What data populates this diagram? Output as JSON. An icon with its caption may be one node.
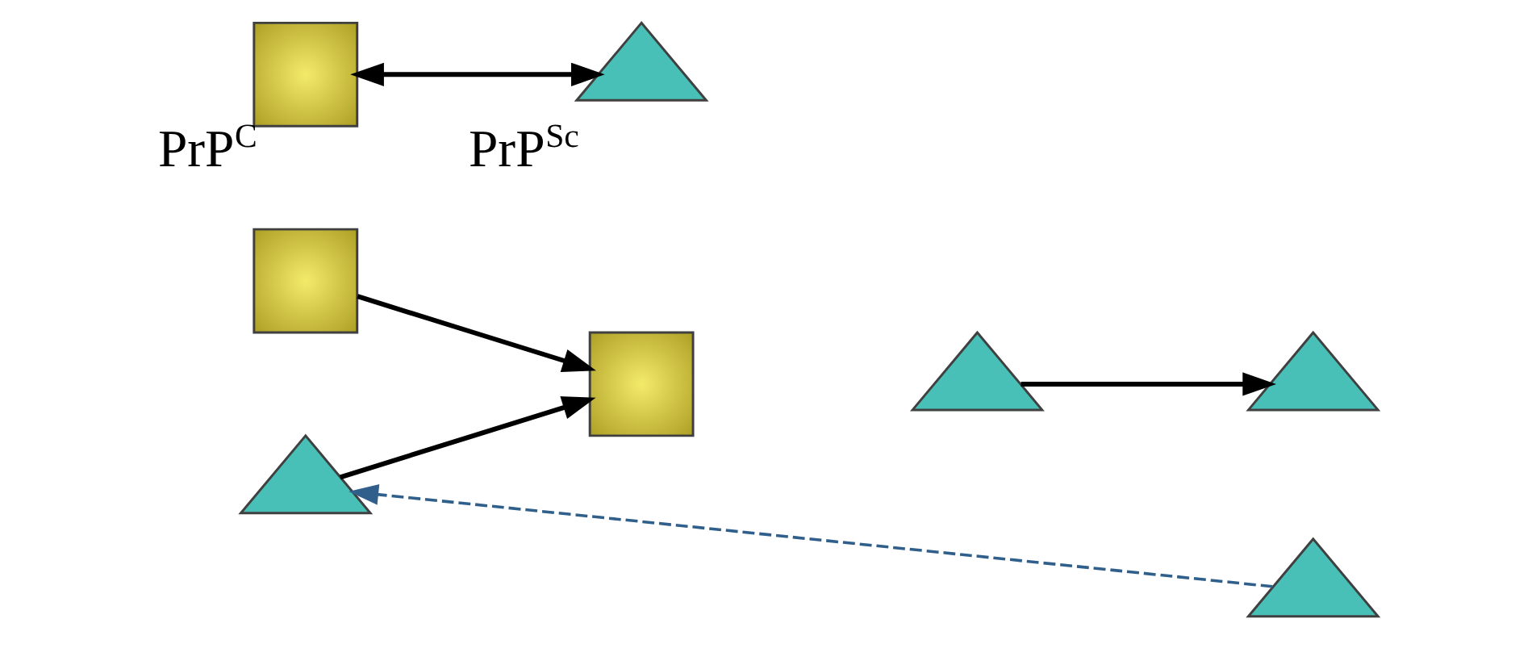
{
  "diagram": {
    "nodes": [
      {
        "text": [
          "PrP$^{C}$"
        ]
      },
      {
        "text": [
          "PrP$^{Sc}$"
        ]
      },
      {
        "text": [],
        "shape": "triangle"
      },
      {
        "text": [],
        "shape": "box"
      },
      {
        "text": [],
        "shape": "box"
      },
      {
        "text": [],
        "shape": "triangle"
      },
      {
        "text": [],
        "shape": "triangle"
      },
      {
        "text": [],
        "shape": "triangle"
      }
    ],
    "edges": [
      {
        "from": 0,
        "to": 1,
        "arrow": "both"
      },
      {
        "from": 3,
        "to": 4,
        "arrow": "to"
      },
      {
        "from": 2,
        "to": 4,
        "arrow": "to"
      },
      {
        "from": 5,
        "to": 7,
        "arrow": "to"
      },
      {
        "from": 6,
        "to": 2,
        "arrow": "to",
        "style": "dashed",
        "color": "#2f5f8a"
      }
    ]
  }
}
